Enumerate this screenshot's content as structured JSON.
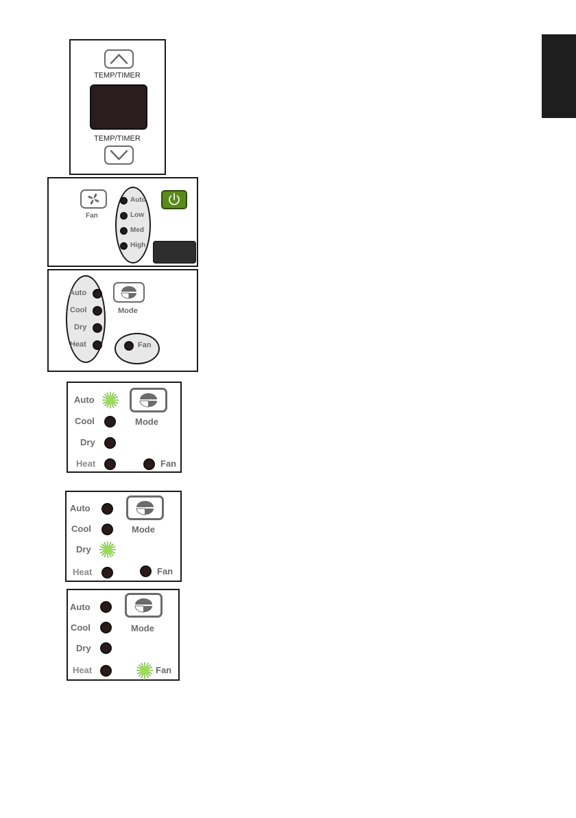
{
  "panel1": {
    "temp_timer_up_label": "TEMP/TIMER",
    "temp_timer_down_label": "TEMP/TIMER"
  },
  "panel2": {
    "fan_label": "Fan",
    "speeds": [
      "Auto",
      "Low",
      "Med",
      "High"
    ]
  },
  "panel3": {
    "modes": [
      "Auto",
      "Cool",
      "Dry",
      "Heat"
    ],
    "mode_label": "Mode",
    "fan_label": "Fan"
  },
  "panel4": {
    "modes": [
      "Auto",
      "Cool",
      "Dry",
      "Heat"
    ],
    "mode_label": "Mode",
    "fan_label": "Fan",
    "active": "Auto"
  },
  "panel5": {
    "modes": [
      "Auto",
      "Cool",
      "Dry",
      "Heat"
    ],
    "mode_label": "Mode",
    "fan_label": "Fan",
    "active": "Dry"
  },
  "panel6": {
    "modes": [
      "Auto",
      "Cool",
      "Dry",
      "Heat"
    ],
    "mode_label": "Mode",
    "fan_label": "Fan",
    "active": "Fan"
  },
  "colors": {
    "power_button": "#5a8a1e",
    "led_active": "#7bc242",
    "led_off": "#2a1a1a",
    "display": "#2b1d1d"
  }
}
